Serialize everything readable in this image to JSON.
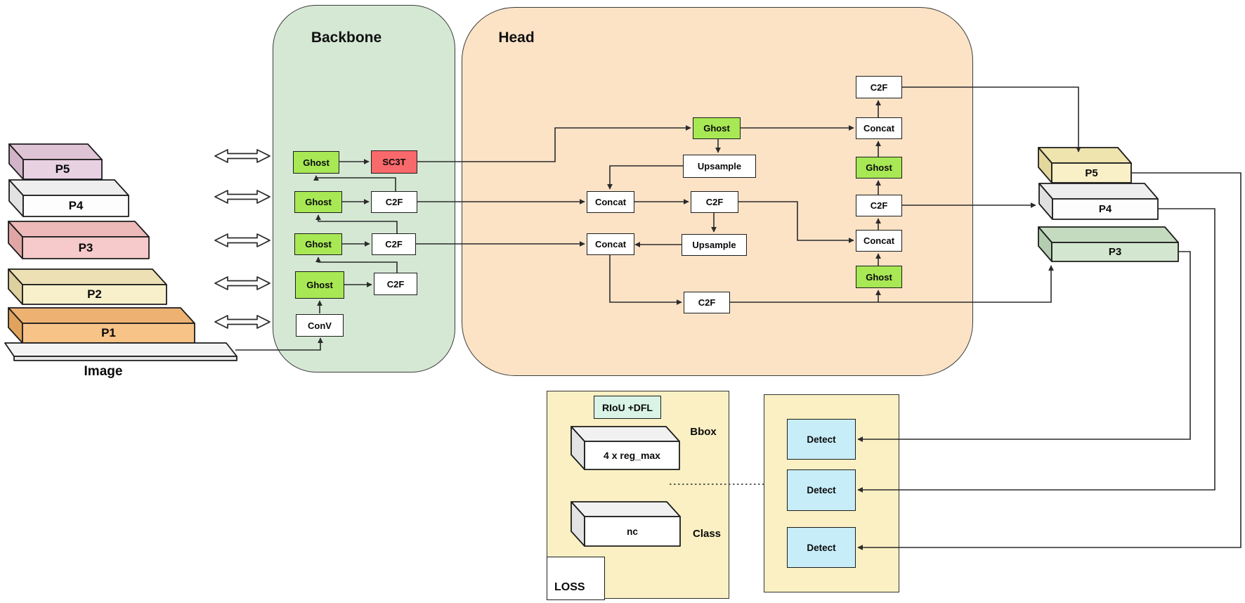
{
  "regions": {
    "backbone_label": "Backbone",
    "head_label": "Head"
  },
  "input_pyramid": {
    "levels": [
      "P5",
      "P4",
      "P3",
      "P2",
      "P1"
    ],
    "image_label": "Image"
  },
  "backbone": {
    "ghost1": "Ghost",
    "sc3t": "SC3T",
    "ghost2": "Ghost",
    "c2f2": "C2F",
    "ghost3": "Ghost",
    "c2f3": "C2F",
    "ghost4": "Ghost",
    "c2f4": "C2F",
    "conv": "ConV"
  },
  "head": {
    "ghost_top": "Ghost",
    "upsample1": "Upsample",
    "concat1": "Concat",
    "c2f_mid": "C2F",
    "upsample2": "Upsample",
    "concat2": "Concat",
    "c2f_bottom": "C2F",
    "right_col": {
      "c2f_top": "C2F",
      "concat_top": "Concat",
      "ghost_mid": "Ghost",
      "c2f_mid": "C2F",
      "concat_bot": "Concat",
      "ghost_bot": "Ghost"
    }
  },
  "output_pyramid": {
    "p5": "P5",
    "p4": "P4",
    "p3": "P3"
  },
  "loss_panel": {
    "riou_dfl": "RIoU +DFL",
    "reg_max": "4 x reg_max",
    "bbox_label": "Bbox",
    "nc": "nc",
    "class_label": "Class",
    "loss_label": "LOSS"
  },
  "detect_panel": {
    "detect1": "Detect",
    "detect2": "Detect",
    "detect3": "Detect"
  },
  "colors": {
    "backbone_bg": "#d5e8d4",
    "head_bg": "#fce3c6",
    "panel_yellow": "#faf0c3",
    "ghost_green": "#a7e854",
    "sc3t_red": "#f8696b",
    "detect_cyan": "#c7edf8",
    "riou_mint": "#d9f3e7",
    "p5_left": "#e8d2e2",
    "p4_left": "#ffffff",
    "p3_left": "#f6caca",
    "p2_left": "#f8f0cb",
    "p1_left": "#f7c387",
    "p5_right": "#f9f0c8",
    "p4_right": "#ffffff",
    "p3_right": "#d3e6cf"
  }
}
